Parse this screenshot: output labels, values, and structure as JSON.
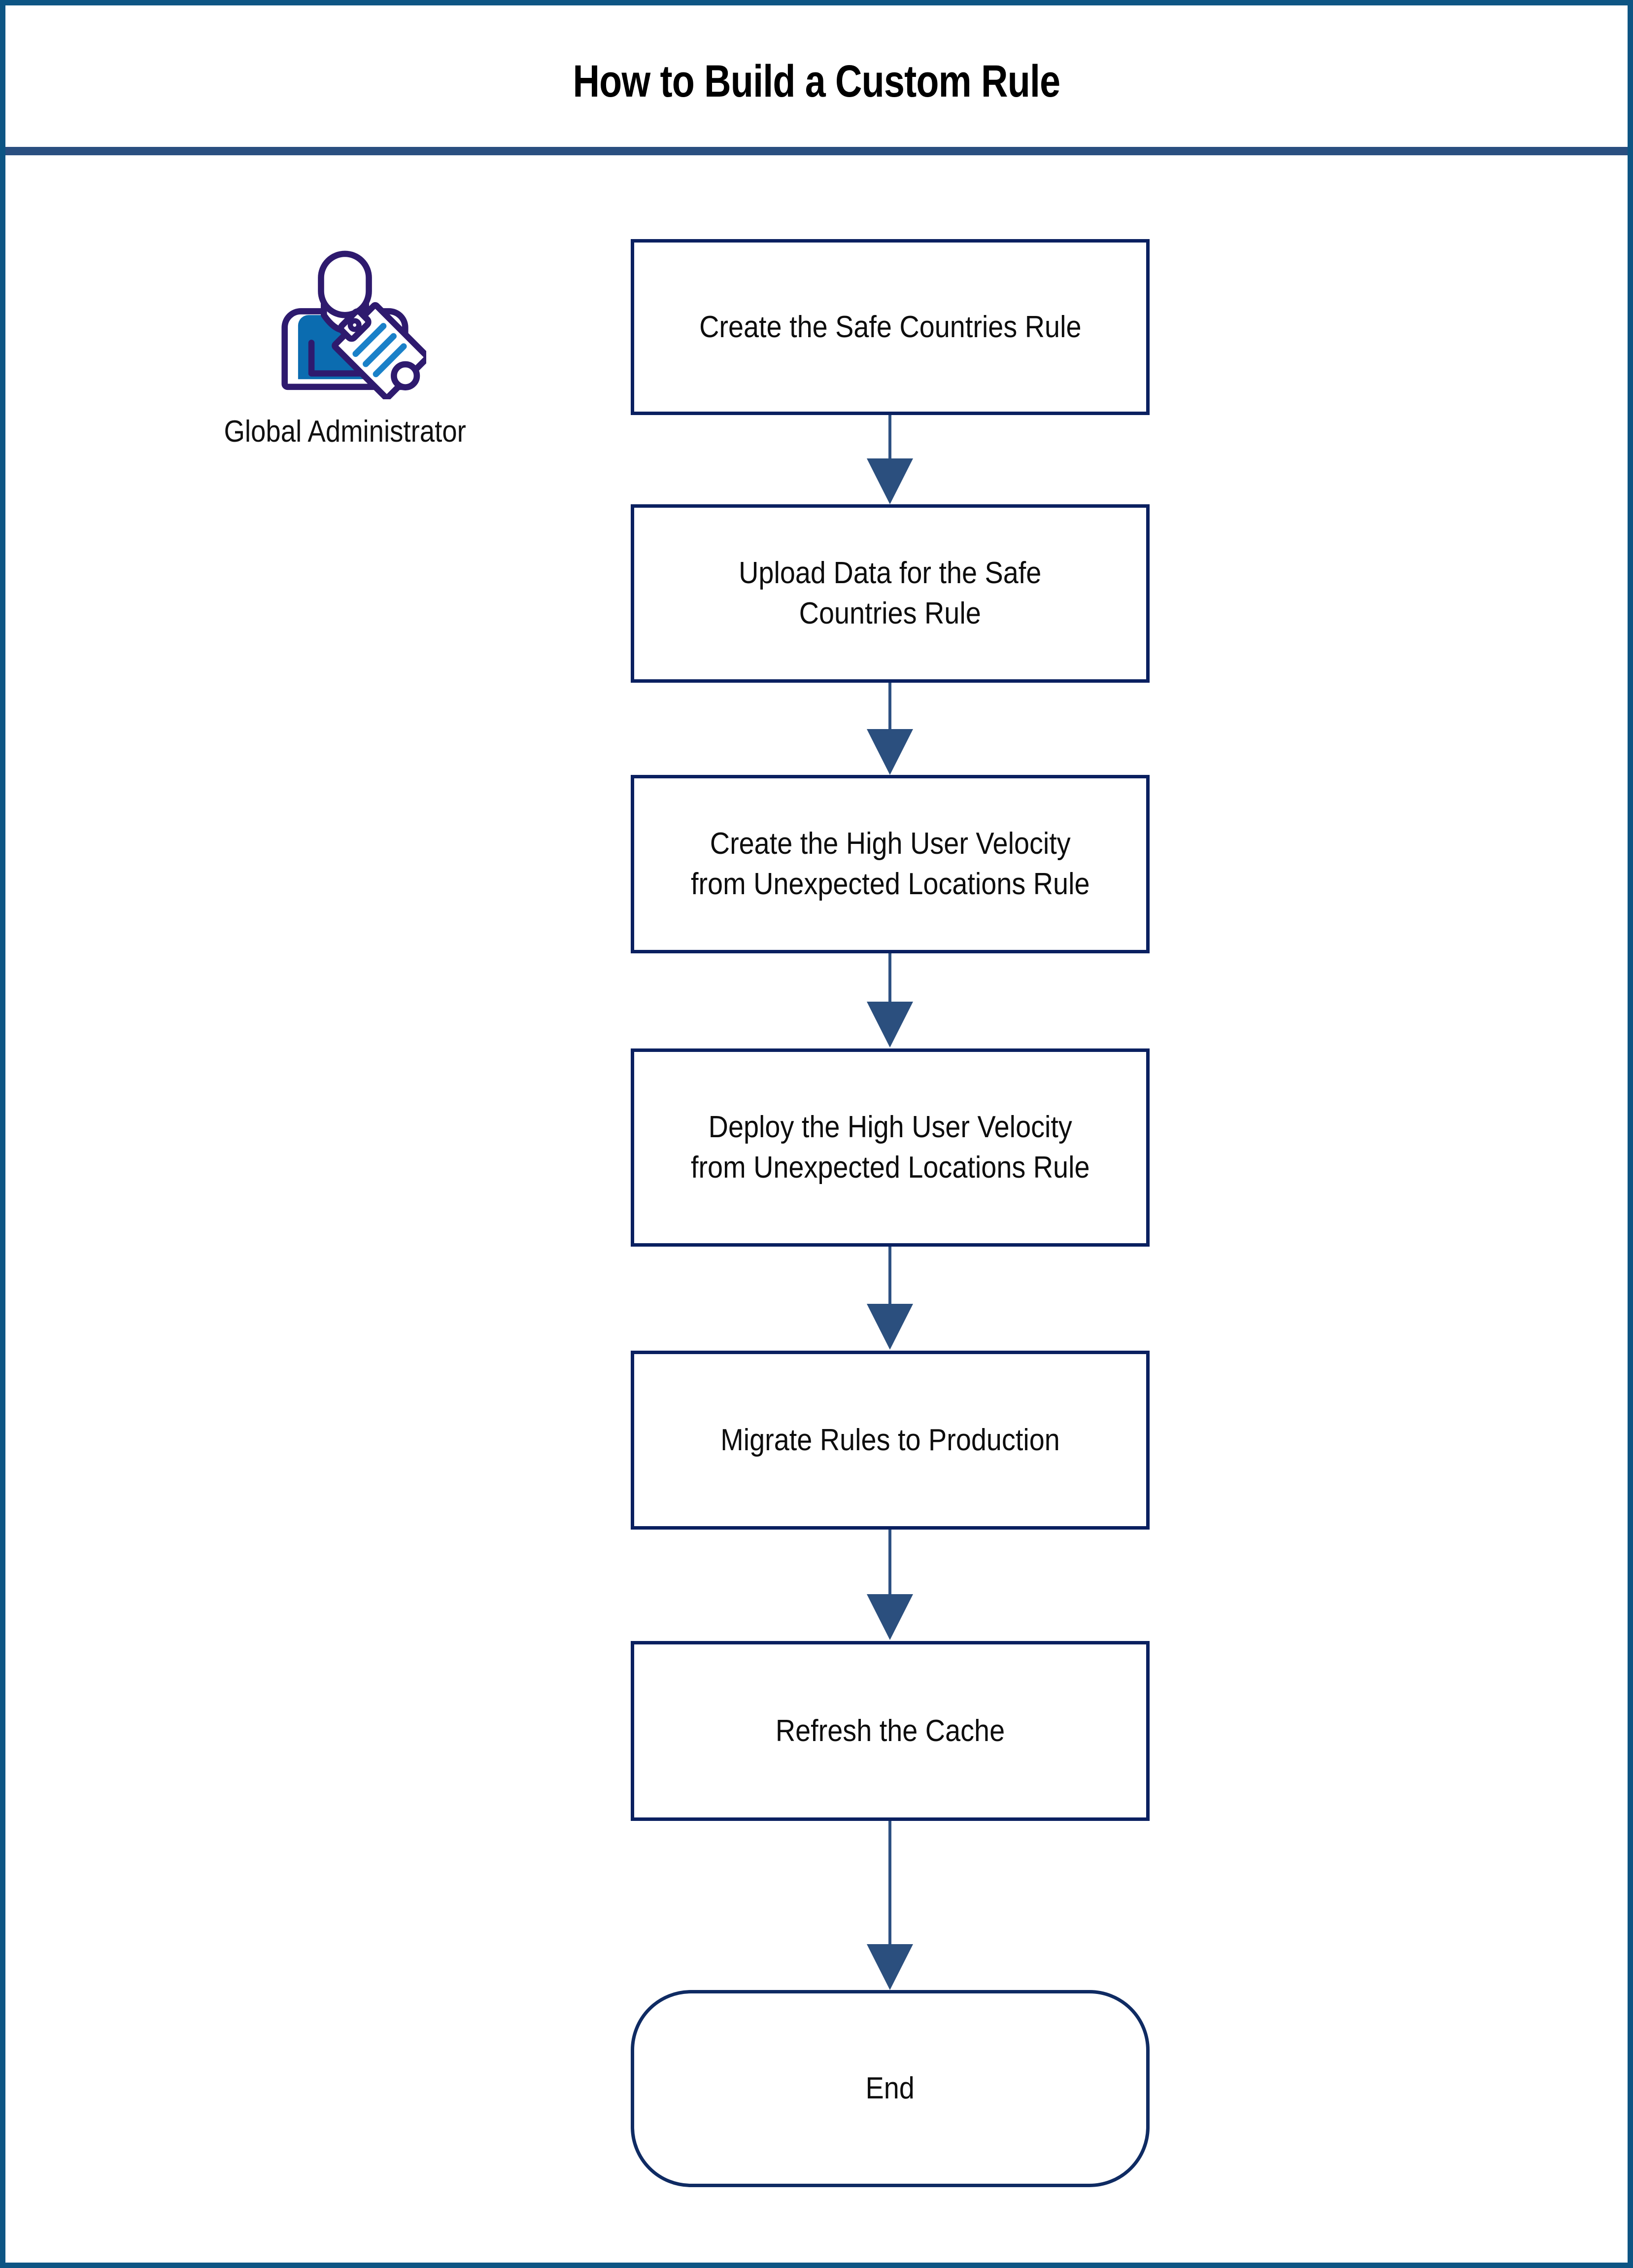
{
  "page": {
    "title": "How to Build a Custom Rule",
    "border_color": "#0d5584",
    "divider_color": "#2a4f80",
    "background": "#ffffff"
  },
  "actor": {
    "icon": "global-administrator-icon",
    "label": "Global Administrator",
    "icon_colors": {
      "outline": "#2e1a6e",
      "shirt": "#0b6cb0",
      "clipboard_lines": "#1a81c9"
    }
  },
  "flow": {
    "node_border_color": "#0a2060",
    "connector_color": "#2e5183",
    "arrowhead_color": "#2b4f7e",
    "nodes": [
      {
        "id": "create-safe-countries-rule",
        "type": "process",
        "label": "Create the Safe Countries Rule"
      },
      {
        "id": "upload-data-safe-countries-rule",
        "type": "process",
        "label": "Upload Data for the Safe\nCountries Rule"
      },
      {
        "id": "create-high-user-velocity-rule",
        "type": "process",
        "label": "Create the High User Velocity\nfrom Unexpected Locations Rule"
      },
      {
        "id": "deploy-high-user-velocity-rule",
        "type": "process",
        "label": "Deploy the High User Velocity\nfrom Unexpected Locations Rule"
      },
      {
        "id": "migrate-rules-to-production",
        "type": "process",
        "label": "Migrate Rules to Production"
      },
      {
        "id": "refresh-the-cache",
        "type": "process",
        "label": "Refresh the Cache"
      },
      {
        "id": "end",
        "type": "terminator",
        "label": "End"
      }
    ],
    "edges": [
      {
        "from": "create-safe-countries-rule",
        "to": "upload-data-safe-countries-rule"
      },
      {
        "from": "upload-data-safe-countries-rule",
        "to": "create-high-user-velocity-rule"
      },
      {
        "from": "create-high-user-velocity-rule",
        "to": "deploy-high-user-velocity-rule"
      },
      {
        "from": "deploy-high-user-velocity-rule",
        "to": "migrate-rules-to-production"
      },
      {
        "from": "migrate-rules-to-production",
        "to": "refresh-the-cache"
      },
      {
        "from": "refresh-the-cache",
        "to": "end"
      }
    ]
  }
}
